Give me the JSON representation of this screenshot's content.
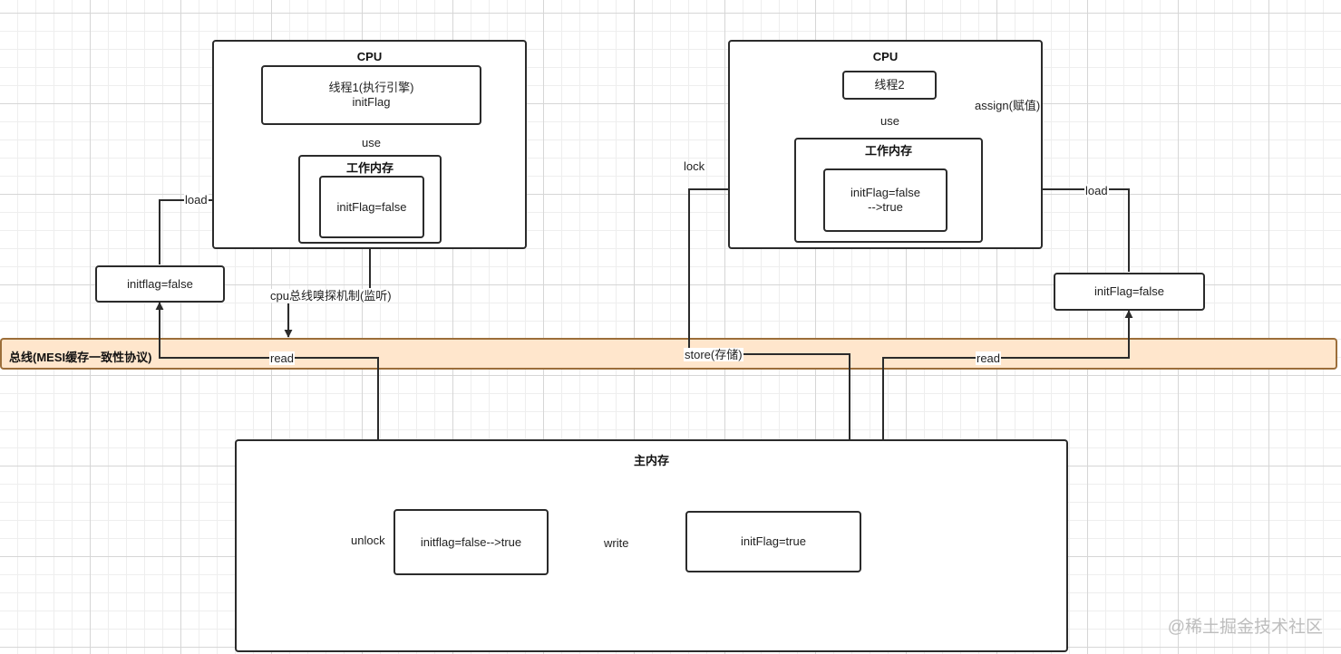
{
  "left_cpu": {
    "title": "CPU",
    "thread_line1": "线程1(执行引擎)",
    "thread_line2": "initFlag",
    "working_memory_title": "工作内存",
    "working_memory_value": "initFlag=false"
  },
  "right_cpu": {
    "title": "CPU",
    "thread": "线程2",
    "working_memory_title": "工作内存",
    "working_memory_value_line1": "initFlag=false",
    "working_memory_value_line2": "-->true"
  },
  "left_copy": "initflag=false",
  "right_copy": "initFlag=false",
  "bus_title": "总线(MESI缓存一致性协议)",
  "main_memory": {
    "title": "主内存",
    "left_value": "initflag=false-->true",
    "right_value": "initFlag=true"
  },
  "edge_labels": {
    "use_left": "use",
    "load_left": "load",
    "sniff": "cpu总线嗅探机制(监听)",
    "read_left": "read",
    "use_right": "use",
    "assign": "assign(赋值)",
    "lock": "lock",
    "load_right": "load",
    "store": "store(存储)",
    "read_right": "read",
    "write": "write",
    "unlock": "unlock"
  },
  "watermark": "@稀土掘金技术社区",
  "colors": {
    "bus_fill": "#ffe6cc",
    "bus_border": "#9c6e3a",
    "stroke": "#2b2b2b"
  }
}
